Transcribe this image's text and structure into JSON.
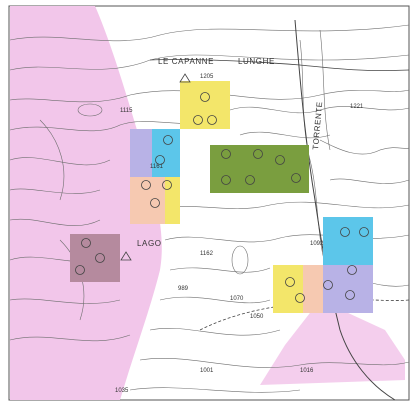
{
  "map": {
    "place_labels": [
      "LE CAPANNE",
      "LUNGHE",
      "TORRENTE",
      "LAGO"
    ],
    "elevation_labels": [
      "1205",
      "1115",
      "1161",
      "1221",
      "1162",
      "1092",
      "1070",
      "1050",
      "989",
      "1001",
      "1035",
      "1016"
    ],
    "colors": {
      "pink_zone": "#f2c6ea",
      "yellow": "#f3e66a",
      "blue": "#5cc6ea",
      "purple": "#b8b2e6",
      "peach": "#f6c9b1",
      "green": "#7a9e3f",
      "mauve": "#b58a9e",
      "contour": "#6e6e6e"
    },
    "zone_icon": "circle-marker-icon"
  }
}
